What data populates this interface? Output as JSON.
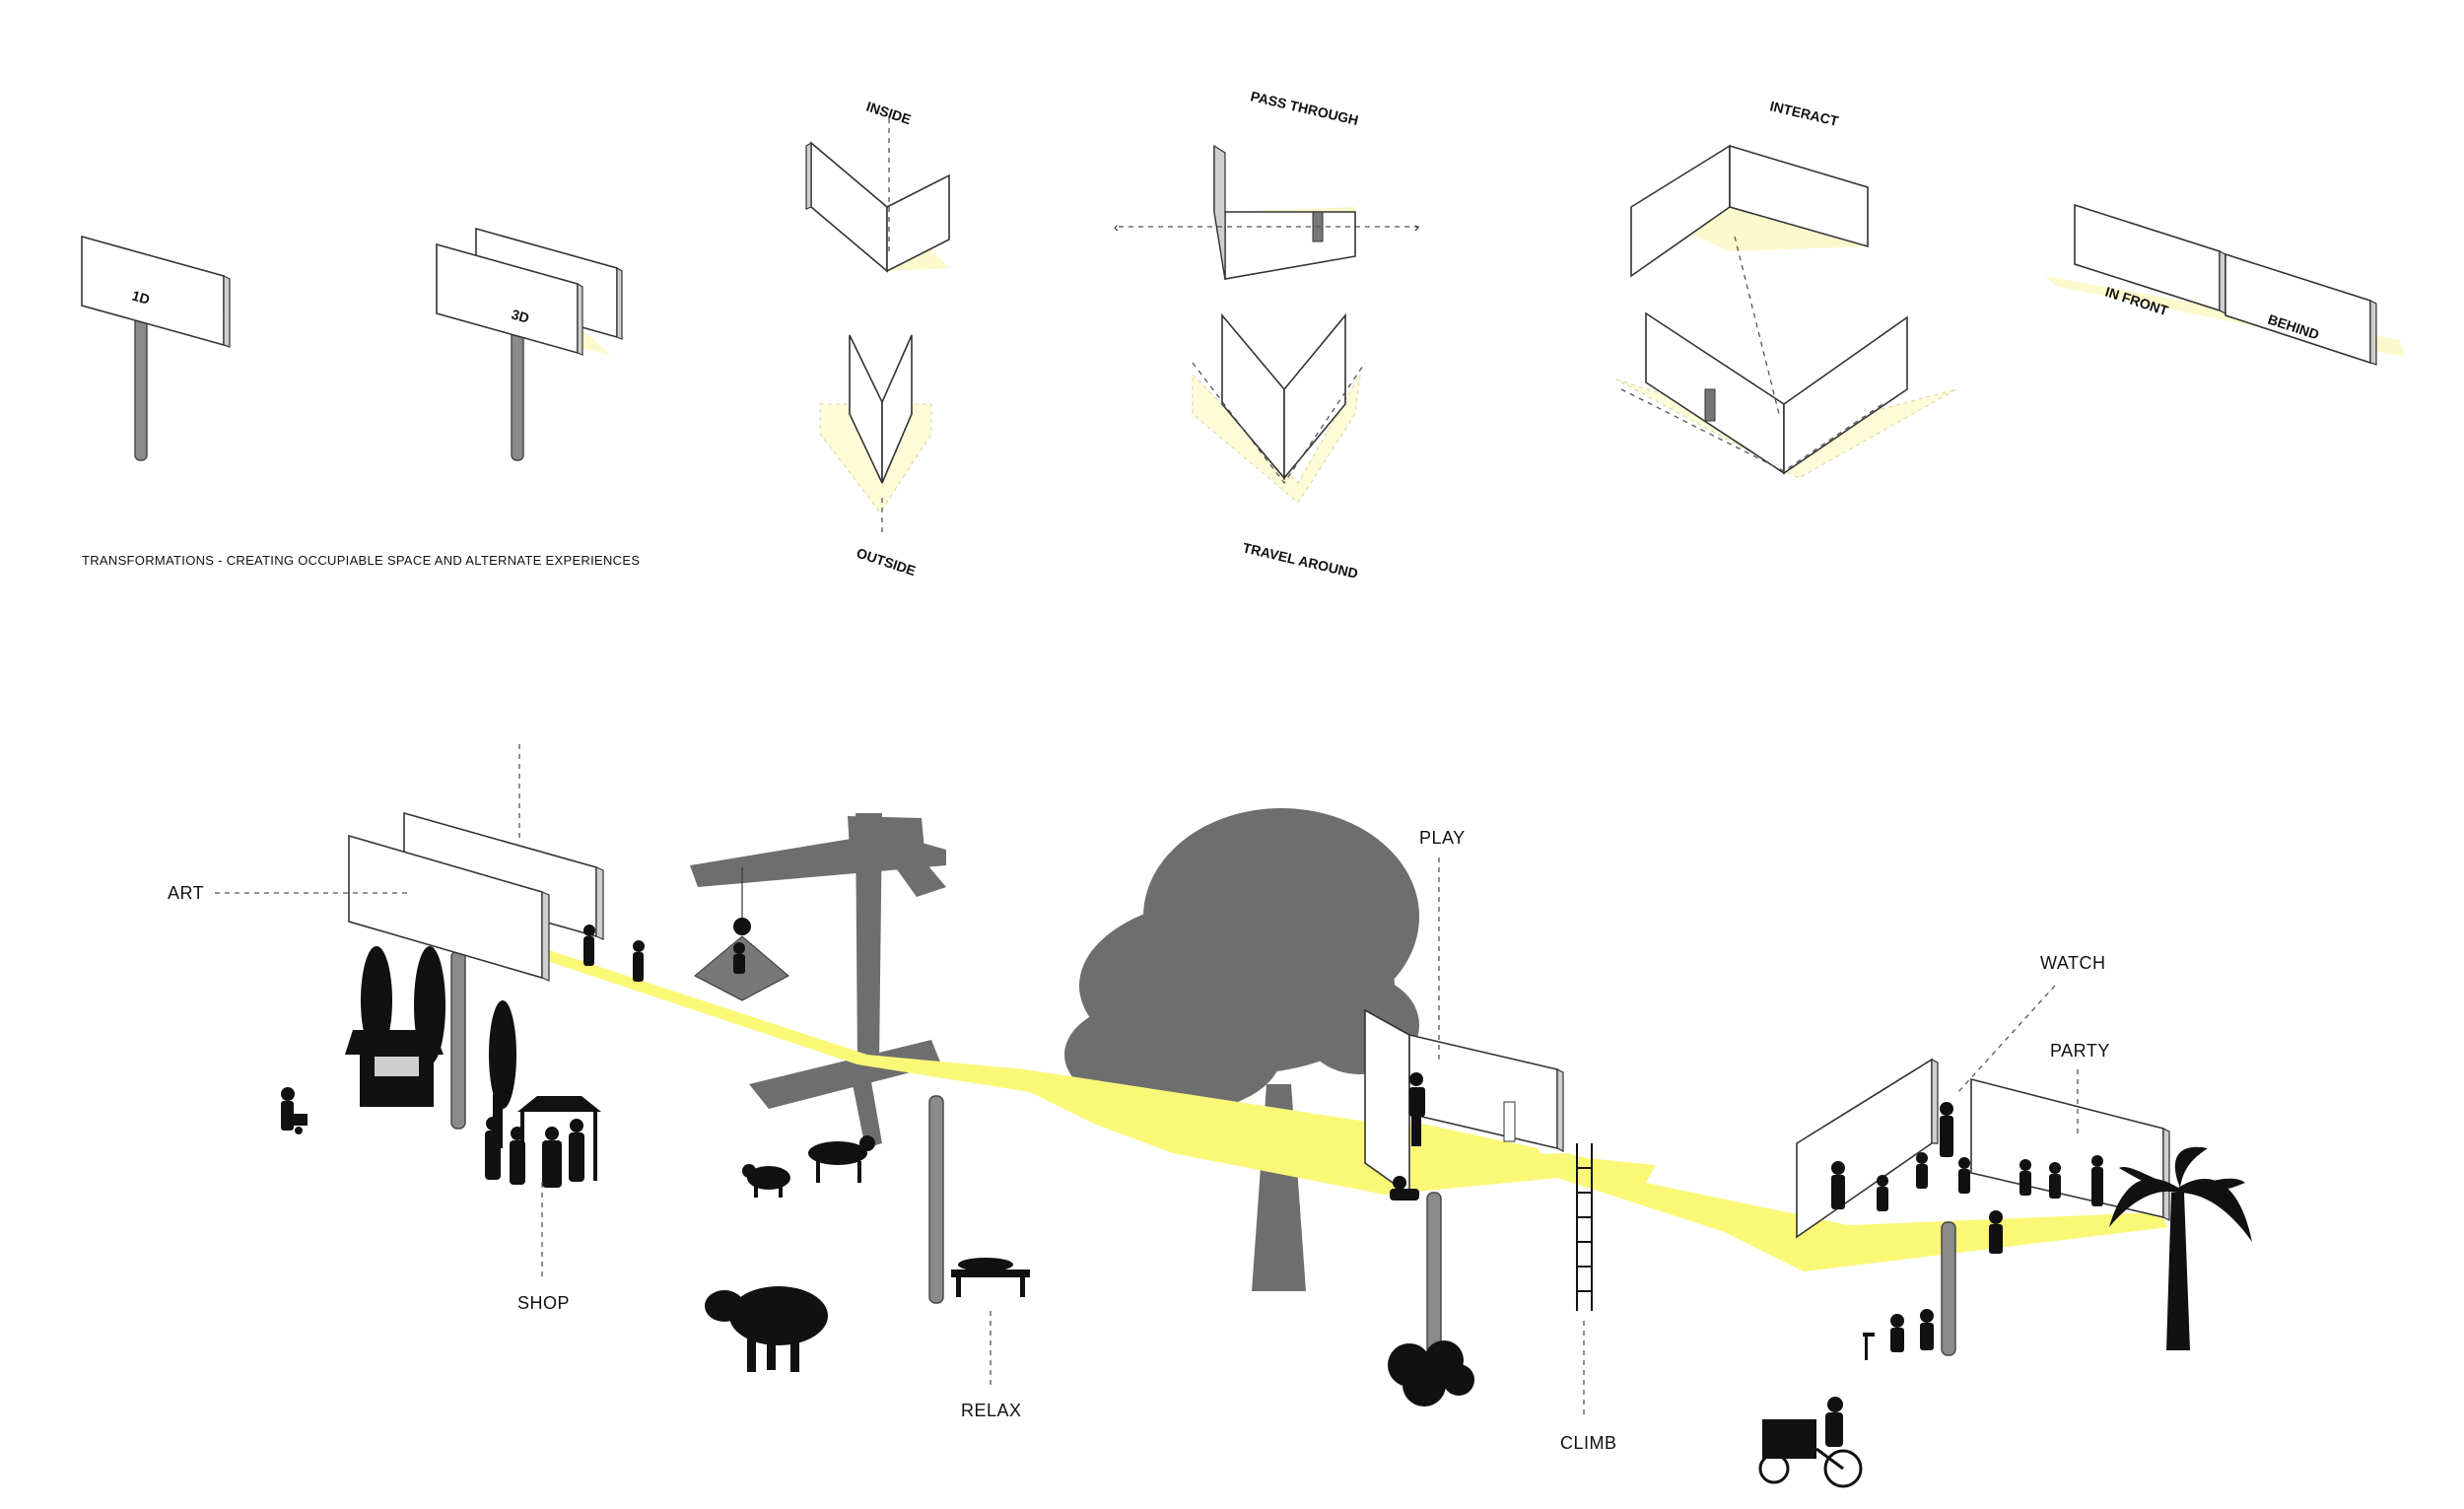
{
  "caption": "TRANSFORMATIONS - CREATING OCCUPIABLE SPACE AND ALTERNATE EXPERIENCES",
  "top_labels": {
    "one_d": "1D",
    "three_d": "3D",
    "inside": "INSIDE",
    "outside": "OUTSIDE",
    "pass_through": "PASS THROUGH",
    "travel_around": "TRAVEL AROUND",
    "interact": "INTERACT",
    "in_front": "IN FRONT",
    "behind": "BEHIND"
  },
  "activity_labels": {
    "art": "ART",
    "shop": "SHOP",
    "relax": "RELAX",
    "play": "PLAY",
    "climb": "CLIMB",
    "watch": "WATCH",
    "party": "PARTY"
  },
  "colors": {
    "walkway": "#fbf878",
    "zone": "#fbf8c4",
    "silhouette": "#111111",
    "grey_silhouette": "#6e6e6e"
  }
}
